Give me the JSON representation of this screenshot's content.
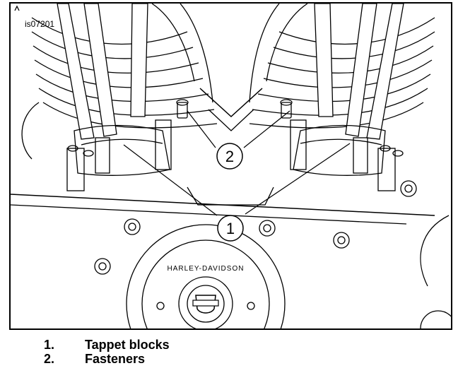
{
  "figure_id": "is07201",
  "brand_text": "HARLEY-DAVIDSON",
  "callouts": [
    {
      "number": "1"
    },
    {
      "number": "2"
    }
  ],
  "legend": [
    {
      "number": "1.",
      "label": "Tappet blocks"
    },
    {
      "number": "2.",
      "label": "Fasteners"
    }
  ]
}
